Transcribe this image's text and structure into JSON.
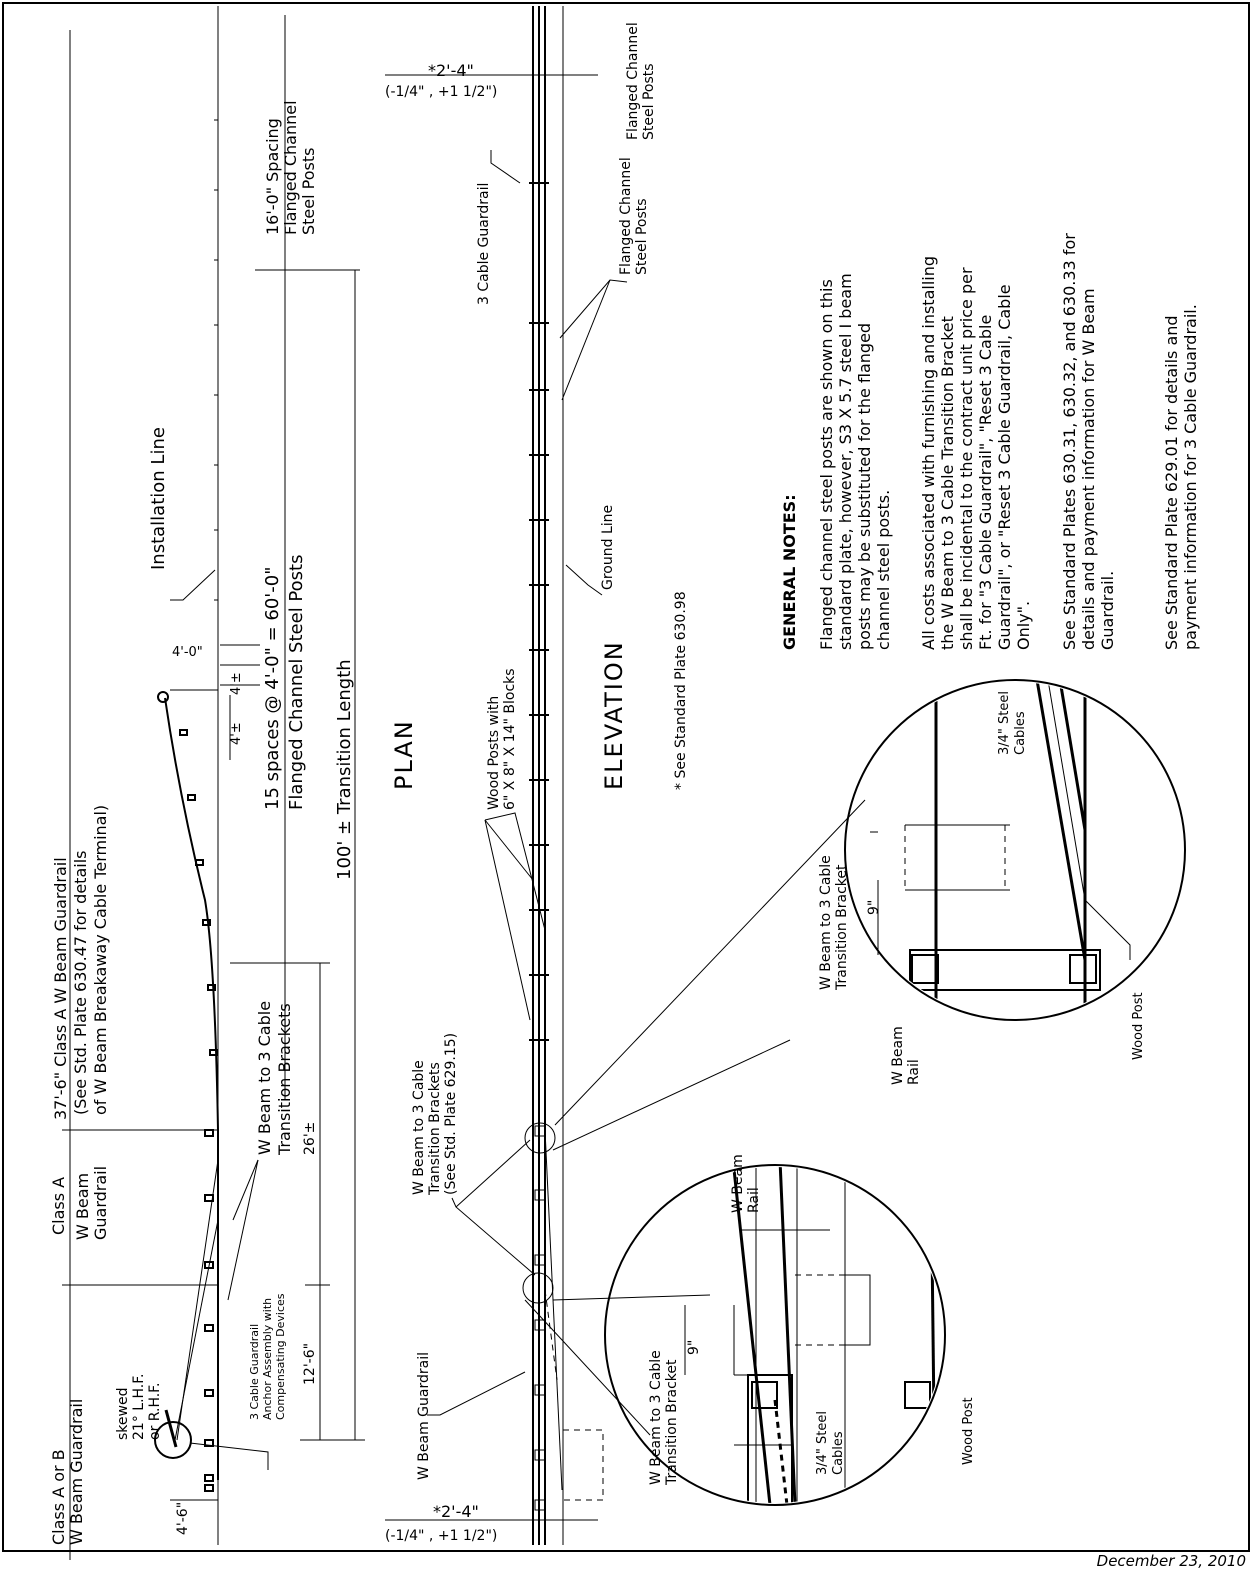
{
  "plan": {
    "title": "PLAN",
    "dims": {
      "classAB": [
        "Class A or B",
        "W Beam Guardrail"
      ],
      "classA": [
        "Class A",
        "W Beam",
        "Guardrail"
      ],
      "classA37": [
        "37'-6\" Class A W Beam Guardrail",
        "(See Std. Plate 630.47 for details",
        "of W Beam Breakaway Cable Terminal)"
      ],
      "spacing16": [
        "16'-0\" Spacing",
        "Flanged Channel",
        "Steel Posts"
      ],
      "spaces15": "15 spaces @ 4'-0\" = 60'-0\"",
      "flanged_posts": "Flanged Channel Steel Posts",
      "transition": "100' ± Transition Length",
      "d26": "26'±",
      "d12": "12'-6\"",
      "d46": "4'-6\"",
      "d40": "4'-0\"",
      "d4a": "4'±",
      "d4b": "4'±"
    },
    "labels": {
      "installation": "Installation Line",
      "skewed": [
        "skewed",
        "21° L.H.F.",
        "or R.H.F."
      ],
      "anchor": [
        "3 Cable Guardrail",
        "Anchor Assembly with",
        "Compensating Devices"
      ],
      "brackets": [
        "W Beam to 3 Cable",
        "Transition Brackets"
      ]
    }
  },
  "elevation": {
    "title": "ELEVATION",
    "tol_top": "*2'-4\"",
    "tol_top_sub": "(-1/4\" , +1 1/2\")",
    "tol_bot": "*2'-4\"",
    "tol_bot_sub": "(-1/4\" , +1 1/2\")",
    "labels": {
      "flanged": [
        "Flanged Channel",
        "Steel Posts"
      ],
      "cable_gr": "3 Cable Guardrail",
      "flanged2": [
        "Flanged Channel",
        "Steel Posts"
      ],
      "ground": "Ground Line",
      "wood_posts": [
        "Wood Posts with",
        "6\" X 8\" X 14\" Blocks"
      ],
      "see_plate": "* See Standard Plate 630.98",
      "brackets": [
        "W Beam to 3 Cable",
        "Transition Brackets",
        "(See Std. Plate 629.15)"
      ],
      "wbeam_gr": "W Beam Guardrail"
    }
  },
  "detail_right": {
    "bracket": [
      "W Beam to 3 Cable",
      "Transition Bracket"
    ],
    "rail": [
      "W Beam",
      "Rail"
    ],
    "nine": "9\"",
    "cables": [
      "3/4\" Steel",
      "Cables"
    ],
    "post": "Wood Post"
  },
  "detail_left": {
    "bracket": [
      "W Beam to 3 Cable",
      "Transition Bracket"
    ],
    "rail": [
      "W Beam",
      "Rail"
    ],
    "nine": "9\"",
    "cables": [
      "3/4\" Steel",
      "Cables"
    ],
    "post": "Wood Post"
  },
  "notes": {
    "heading": "GENERAL NOTES:",
    "n1": [
      "Flanged channel steel posts are shown on this",
      "standard plate, however, S3 X 5.7 steel I beam",
      "posts may be substituted for the flanged",
      "channel steel posts."
    ],
    "n2": [
      "All costs associated with furnishing and installing",
      "the W Beam to 3 Cable Transition Bracket",
      "shall be incidental to the contract unit price per",
      "Ft. for \"3 Cable Guardrail\", \"Reset 3 Cable",
      "Guardrail\", or \"Reset 3 Cable Guardrail, Cable",
      "Only\"."
    ],
    "n3": [
      "See Standard Plates 630.31, 630.32, and 630.33 for",
      "details and payment information for W Beam",
      "Guardrail."
    ],
    "n4": [
      "See Standard Plate 629.01 for details and",
      "payment information for 3 Cable Guardrail."
    ]
  },
  "date": "December 23, 2010"
}
